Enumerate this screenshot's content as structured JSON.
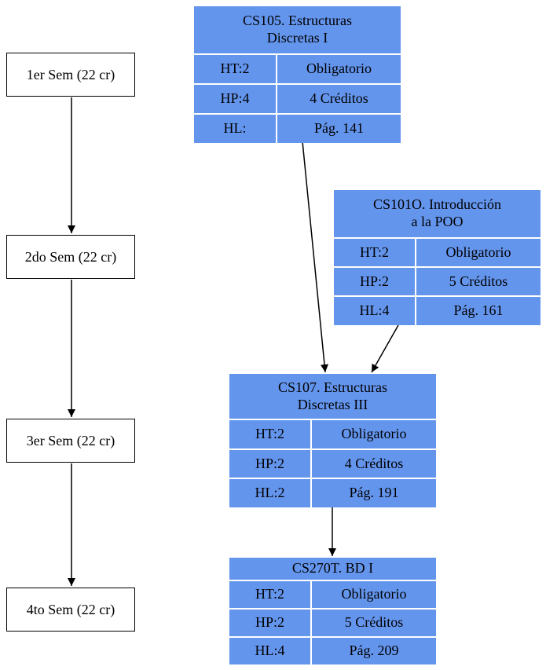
{
  "semesters": [
    {
      "label": "1er Sem (22 cr)"
    },
    {
      "label": "2do Sem (22 cr)"
    },
    {
      "label": "3er Sem (22 cr)"
    },
    {
      "label": "4to Sem (22 cr)"
    }
  ],
  "courses": [
    {
      "title": "CS105. Estructuras\nDiscretas I",
      "rows": [
        {
          "left": "HT:2",
          "right": "Obligatorio"
        },
        {
          "left": "HP:4",
          "right": "4 Créditos"
        },
        {
          "left": "HL:",
          "right": "Pág. 141"
        }
      ]
    },
    {
      "title": "CS101O. Introducción\na la POO",
      "rows": [
        {
          "left": "HT:2",
          "right": "Obligatorio"
        },
        {
          "left": "HP:2",
          "right": "5 Créditos"
        },
        {
          "left": "HL:4",
          "right": "Pág. 161"
        }
      ]
    },
    {
      "title": "CS107. Estructuras\nDiscretas III",
      "rows": [
        {
          "left": "HT:2",
          "right": "Obligatorio"
        },
        {
          "left": "HP:2",
          "right": "4 Créditos"
        },
        {
          "left": "HL:2",
          "right": "Pág. 191"
        }
      ]
    },
    {
      "title": "CS270T. BD I",
      "rows": [
        {
          "left": "HT:2",
          "right": "Obligatorio"
        },
        {
          "left": "HP:2",
          "right": "5 Créditos"
        },
        {
          "left": "HL:4",
          "right": "Pág. 209"
        }
      ]
    }
  ],
  "colors": {
    "node_fill": "#6495ed",
    "node_separator": "#ffffff",
    "edge": "#000000"
  }
}
